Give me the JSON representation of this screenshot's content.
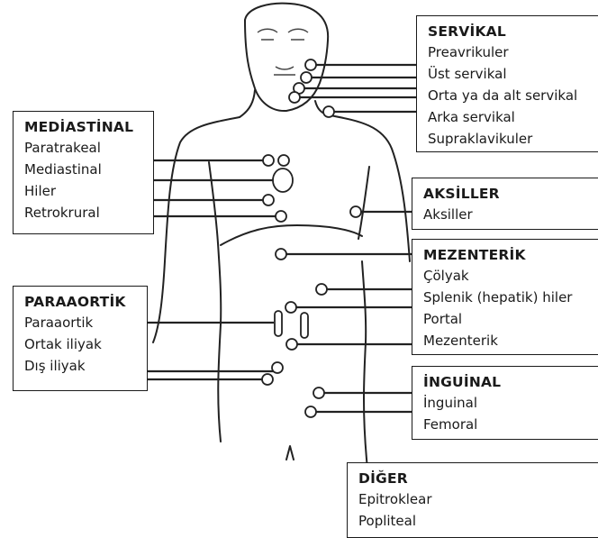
{
  "groups": {
    "servikal": {
      "title": "SERVİKAL",
      "items": [
        "Preavrikuler",
        "Üst servikal",
        "Orta ya da alt servikal",
        "Arka servikal",
        "Supraklavikuler"
      ]
    },
    "mediastinal": {
      "title": "MEDİASTİNAL",
      "items": [
        "Paratrakeal",
        "Mediastinal",
        "Hiler",
        "Retrokrural"
      ]
    },
    "aksiller": {
      "title": "AKSİLLER",
      "items": [
        "Aksiller"
      ]
    },
    "mezenterik": {
      "title": "MEZENTERİK",
      "items": [
        "Çölyak",
        "Splenik (hepatik) hiler",
        "Portal",
        "Mezenterik"
      ]
    },
    "paraaortik": {
      "title": "PARAAORTİK",
      "items": [
        "Paraaortik",
        "Ortak iliyak",
        "Dış iliyak"
      ]
    },
    "inguinal": {
      "title": "İNGUİNAL",
      "items": [
        "İnguinal",
        "Femoral"
      ]
    },
    "diger": {
      "title": "DİĞER",
      "items": [
        "Epitroklear",
        "Popliteal"
      ]
    }
  }
}
